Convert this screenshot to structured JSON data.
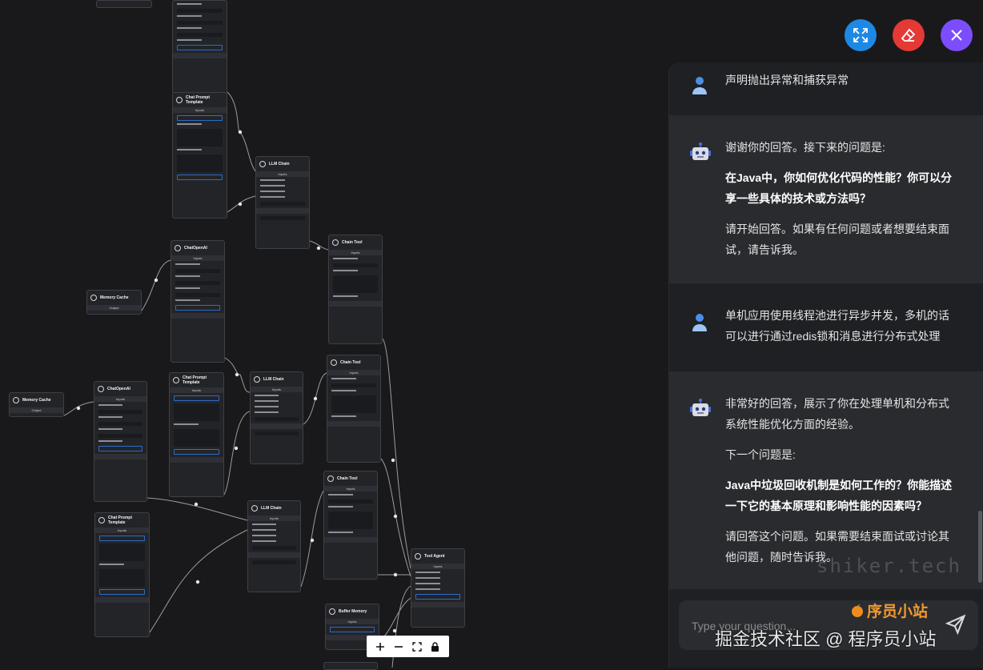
{
  "canvas": {
    "nodes": [
      {
        "id": "n1",
        "title": "",
        "rows": 6
      },
      {
        "id": "n2",
        "title": "Chat Prompt Template",
        "section": "Inputs"
      },
      {
        "id": "n3",
        "title": "LLM Chain",
        "section": "Inputs"
      },
      {
        "id": "n4",
        "title": "ChatOpenAI",
        "section": "Inputs"
      },
      {
        "id": "n5",
        "title": "Chain Tool",
        "section": "Inputs"
      },
      {
        "id": "n6",
        "title": "Memory Cache",
        "section": "Output"
      },
      {
        "id": "n7",
        "title": "Chat Prompt Template",
        "section": "Inputs"
      },
      {
        "id": "n8",
        "title": "LLM Chain",
        "section": "Inputs"
      },
      {
        "id": "n9",
        "title": "Chain Tool",
        "section": "Inputs"
      },
      {
        "id": "n10",
        "title": "Memory Cache",
        "section": "Output"
      },
      {
        "id": "n11",
        "title": "ChatOpenAI",
        "section": "Inputs"
      },
      {
        "id": "n12",
        "title": "Chat Prompt Template",
        "section": "Inputs"
      },
      {
        "id": "n13",
        "title": "LLM Chain",
        "section": "Inputs"
      },
      {
        "id": "n14",
        "title": "Chain Tool",
        "section": "Inputs"
      },
      {
        "id": "n15",
        "title": "Tool Agent",
        "section": "Inputs"
      },
      {
        "id": "n16",
        "title": "Buffer Memory",
        "section": "Inputs"
      }
    ]
  },
  "toolbar": {
    "zoom_in_icon": "plus-icon",
    "zoom_out_icon": "minus-icon",
    "fit_view_icon": "fit-view-icon",
    "lock_icon": "lock-icon"
  },
  "actions": {
    "expand": {
      "icon": "expand-icon",
      "color": "#1e88e5"
    },
    "clear": {
      "icon": "eraser-icon",
      "color": "#e53935"
    },
    "close": {
      "icon": "close-icon",
      "color": "#7c4dff"
    }
  },
  "chat": {
    "messages": [
      {
        "role": "user",
        "paragraphs": [
          "声明抛出异常和捕获异常"
        ]
      },
      {
        "role": "bot",
        "paragraphs": [
          {
            "text": "谢谢你的回答。接下来的问题是:",
            "bold": false
          },
          {
            "text": "在Java中，你如何优化代码的性能？你可以分享一些具体的技术或方法吗？",
            "bold": true
          },
          {
            "text": "请开始回答。如果有任何问题或者想要结束面试，请告诉我。",
            "bold": false
          }
        ]
      },
      {
        "role": "user",
        "paragraphs": [
          "单机应用使用线程池进行异步并发，多机的话可以进行通过redis锁和消息进行分布式处理"
        ]
      },
      {
        "role": "bot",
        "paragraphs": [
          {
            "text": "非常好的回答，展示了你在处理单机和分布式系统性能优化方面的经验。",
            "bold": false
          },
          {
            "text": "下一个问题是:",
            "bold": false
          },
          {
            "text": "Java中垃圾回收机制是如何工作的？你能描述一下它的基本原理和影响性能的因素吗？",
            "bold": true
          },
          {
            "text": "请回答这个问题。如果需要结束面试或讨论其他问题，随时告诉我。",
            "bold": false
          }
        ]
      }
    ],
    "input_placeholder": "Type your question...",
    "send_icon": "send-icon"
  },
  "watermarks": {
    "site": "shiker.tech",
    "brand": "序员小站",
    "footer": "掘金技术社区 @ 程序员小站"
  },
  "colors": {
    "canvas_bg": "#19191b",
    "panel_bg": "#1f2023",
    "bot_msg_bg": "#2a2b2f",
    "accent_blue": "#2d6cc4"
  }
}
